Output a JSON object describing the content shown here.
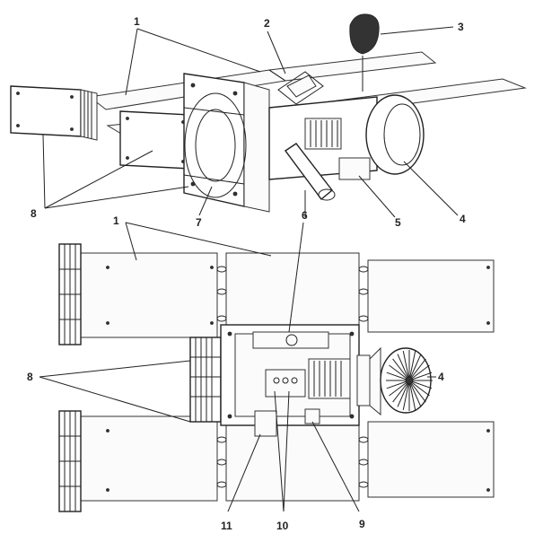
{
  "figure": {
    "callouts": {
      "c1_top": "1",
      "c2": "2",
      "c3": "3",
      "c4_top": "4",
      "c5": "5",
      "c6": "6",
      "c7": "7",
      "c8_top": "8",
      "c1_bottom": "1",
      "c8_bottom": "8",
      "c4_bottom": "4",
      "c11": "11",
      "c10": "10",
      "c9": "9"
    }
  }
}
